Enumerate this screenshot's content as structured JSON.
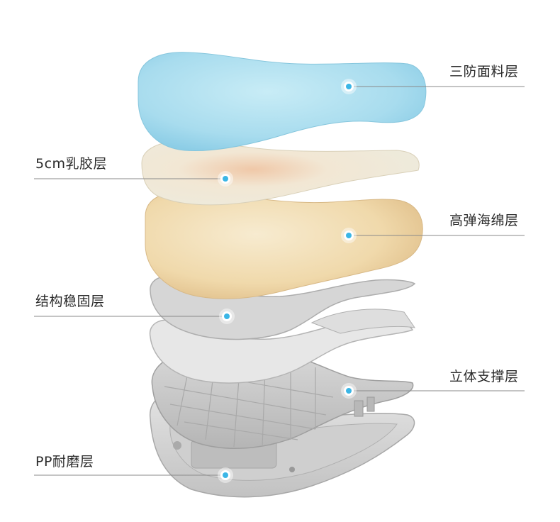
{
  "layers": [
    {
      "name": "fabric",
      "label": "三防面料层"
    },
    {
      "name": "latex",
      "label": "5cm乳胶层"
    },
    {
      "name": "foam",
      "label": "高弹海绵层"
    },
    {
      "name": "stabilizer",
      "label": "结构稳固层"
    },
    {
      "name": "support",
      "label": "立体支撑层"
    },
    {
      "name": "pp",
      "label": "PP耐磨层"
    }
  ],
  "colors": {
    "accent_dot": "#3bb6e6",
    "fabric": "#aee0ee",
    "latex": "#f1ebd8",
    "foam": "#f2dcb1",
    "plastic": "#c9c9c9",
    "base": "#d4d4d4"
  }
}
